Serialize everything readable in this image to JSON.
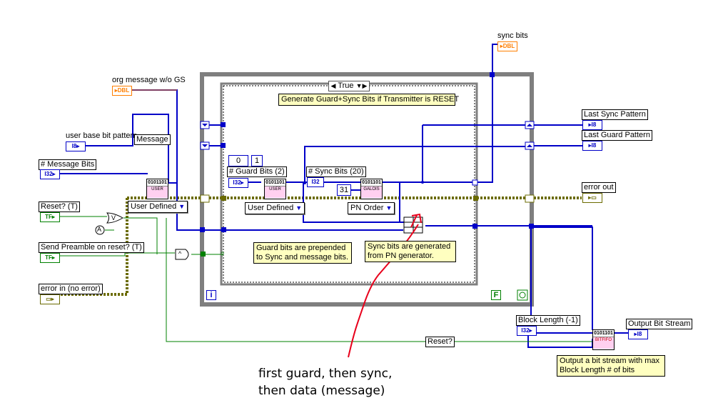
{
  "case_structure": {
    "selector_value": "True",
    "note": "Generate Guard+Sync Bits if Transmitter is RESET",
    "false_tag": "F"
  },
  "indicators": {
    "sync_bits": {
      "label": "sync bits",
      "type": "DBL"
    },
    "org_message": {
      "label": "org message w/o GS",
      "type": "DBL"
    },
    "last_sync": {
      "label": "Last Sync Pattern",
      "type": "I8"
    },
    "last_guard": {
      "label": "Last Guard Pattern",
      "type": "I8"
    },
    "error_out": {
      "label": "error out"
    },
    "output_bit_stream": {
      "label": "Output Bit Stream",
      "type": "I8"
    }
  },
  "controls": {
    "user_base_bit_pattern": {
      "label": "user base bit pattern",
      "type": "I8"
    },
    "message_bits": {
      "label": "# Message Bits",
      "type": "I32"
    },
    "reset": {
      "label": "Reset? (T)",
      "type": "TF"
    },
    "send_preamble": {
      "label": "Send Preamble on reset? (T)",
      "type": "TF"
    },
    "error_in": {
      "label": "error in (no error)"
    },
    "block_length": {
      "label": "Block Length (-1)",
      "type": "I32"
    }
  },
  "nodes": {
    "message_label": "Message",
    "guard_bits_label": "# Guard Bits (2)",
    "sync_bits_label": "# Sync Bits (20)",
    "reset_local": "Reset?",
    "const_zero": "0",
    "const_one": "1",
    "const_31": "31",
    "vi_top": "0101101",
    "vi_user": "USER",
    "vi_galois": "GALOIS",
    "vi_bitfifo": "BITFIFO",
    "or_gate": "V",
    "and_gate": "^",
    "local_a": "A",
    "question": "?",
    "iteration": "i"
  },
  "dropdowns": {
    "user_defined_outer": "User Defined",
    "user_defined_inner": "User Defined",
    "pn_order": "PN Order"
  },
  "notes": {
    "guard_note": "Guard bits are prepended to Sync and message bits.",
    "sync_note": "Sync bits are generated from PN generator.",
    "output_note": "Output a bit stream with max Block Length # of bits"
  },
  "annotation": {
    "line1": "first guard, then sync,",
    "line2": "then data (message)",
    "arrow_color": "#e8001c"
  },
  "colors": {
    "wire_int": "#0000c8",
    "wire_bool": "#008000",
    "wire_cluster": "#6b6b00",
    "wire_dbl": "#ff7f00",
    "frame_gray": "#7f7f7f",
    "note_yellow": "#ffffc0"
  }
}
